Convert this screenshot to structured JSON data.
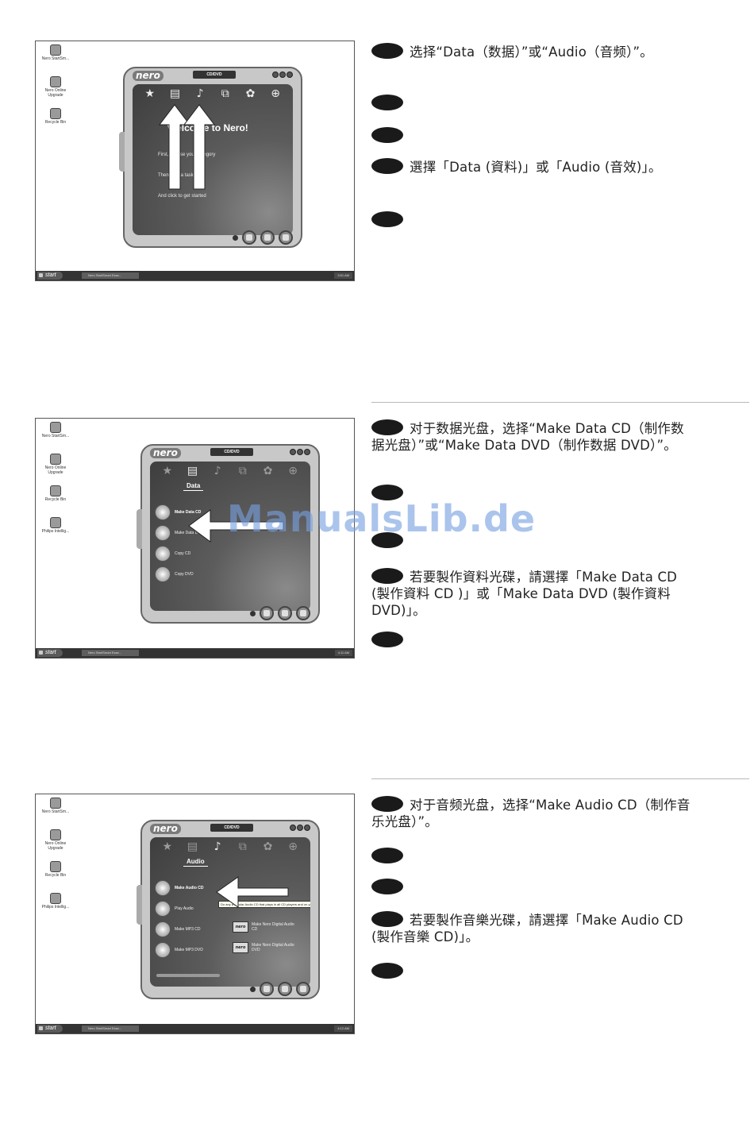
{
  "desktop_icons": [
    "Nero StartSm...",
    "Nero Online Upgrade",
    "Recycle Bin",
    "Philips Intellig..."
  ],
  "taskbar": {
    "start_label": "start",
    "task_label": "Nero StartSmart Esse...",
    "clock_1": "3:51 AM",
    "clock_2": "4:11 AM",
    "clock_3": "4:12 AM"
  },
  "nero": {
    "logo": "nero",
    "disc_select": "CD/DVD",
    "welcome_title": "Welcome to Nero!",
    "welcome_lines": [
      "First, choose your category",
      "Then click a task",
      "And click to get started"
    ],
    "data_category": "Data",
    "data_options": [
      "Make Data CD",
      "Make Data DVD",
      "Copy CD",
      "Copy DVD"
    ],
    "audio_category": "Audio",
    "audio_options": [
      "Make Audio CD",
      "Play Audio",
      "Make MP3 CD",
      "Make MP3 DVD"
    ],
    "audio_options_right": [
      "Make Nero Digital Audio CD",
      "Make Nero Digital Audio DVD"
    ],
    "nero_badge": "nero",
    "tooltip": "Do any a regular Audio CD that plays in all CD players and on your PC."
  },
  "steps": {
    "s1_sc": "选择“Data（数据）”或“Audio（音频）”。",
    "s1_tc": "選擇「Data (資料)」或「Audio (音效)」。",
    "s2_sc": "对于数据光盘，选择“Make Data CD（制作数据光盘）”或“Make Data DVD（制作数据 DVD）”。",
    "s2_tc": "若要製作資料光碟，請選擇「Make Data CD (製作資料 CD )」或「Make Data DVD (製作資料 DVD)」。",
    "s3_sc": "对于音频光盘，选择“Make Audio CD（制作音乐光盘）”。",
    "s3_tc": "若要製作音樂光碟，請選擇「Make Audio CD (製作音樂 CD)」。"
  },
  "watermark": "ManualsLib.de",
  "colors": {
    "badge": "#1a1a1a",
    "watermark": "#78a0e1",
    "divider": "#b8b8b8"
  }
}
